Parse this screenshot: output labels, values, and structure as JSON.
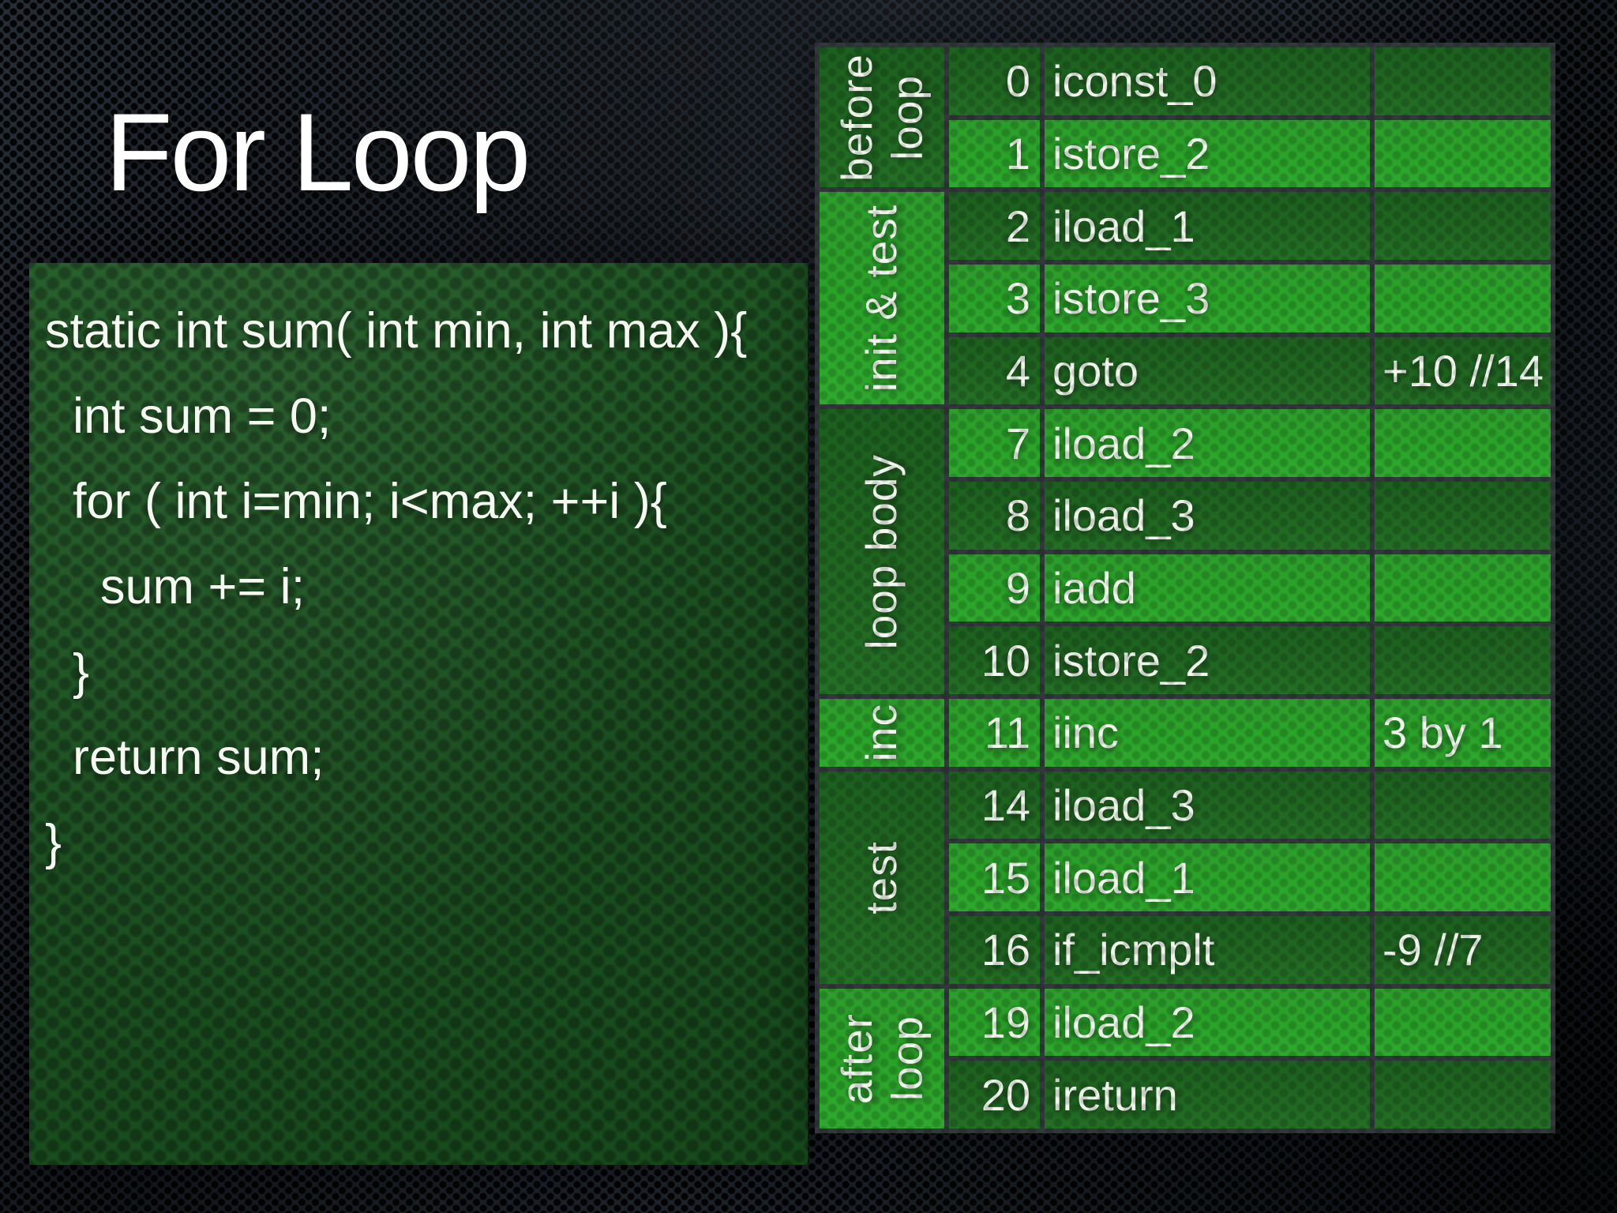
{
  "slide": {
    "title": "For Loop"
  },
  "code": {
    "lines": [
      "static int sum( int min, int max ){",
      "  int sum = 0;",
      "  for ( int i=min; i<max; ++i ){",
      "    sum += i;",
      "  }",
      "  return sum;",
      "}"
    ]
  },
  "bytecode_table": {
    "groups": [
      {
        "label": "before\nloop"
      },
      {
        "label": "init & test"
      },
      {
        "label": "loop body"
      },
      {
        "label": "inc"
      },
      {
        "label": "test"
      },
      {
        "label": "after\nloop"
      }
    ],
    "rows": [
      {
        "offset": "0",
        "instruction": "iconst_0",
        "operand": ""
      },
      {
        "offset": "1",
        "instruction": "istore_2",
        "operand": ""
      },
      {
        "offset": "2",
        "instruction": "iload_1",
        "operand": ""
      },
      {
        "offset": "3",
        "instruction": "istore_3",
        "operand": ""
      },
      {
        "offset": "4",
        "instruction": "goto",
        "operand": "+10 //14"
      },
      {
        "offset": "7",
        "instruction": "iload_2",
        "operand": ""
      },
      {
        "offset": "8",
        "instruction": "iload_3",
        "operand": ""
      },
      {
        "offset": "9",
        "instruction": "iadd",
        "operand": ""
      },
      {
        "offset": "10",
        "instruction": "istore_2",
        "operand": ""
      },
      {
        "offset": "11",
        "instruction": "iinc",
        "operand": "3 by 1"
      },
      {
        "offset": "14",
        "instruction": "iload_3",
        "operand": ""
      },
      {
        "offset": "15",
        "instruction": "iload_1",
        "operand": ""
      },
      {
        "offset": "16",
        "instruction": "if_icmplt",
        "operand": "-9 //7"
      },
      {
        "offset": "19",
        "instruction": "iload_2",
        "operand": ""
      },
      {
        "offset": "20",
        "instruction": "ireturn",
        "operand": ""
      }
    ]
  },
  "colors": {
    "cell_bright": "#2ba22a",
    "cell_dark": "#206521",
    "code_bg": "#1d5322",
    "grid_line": "#33383c",
    "text": "#f3f7ef",
    "slide_bg": "#121619"
  }
}
